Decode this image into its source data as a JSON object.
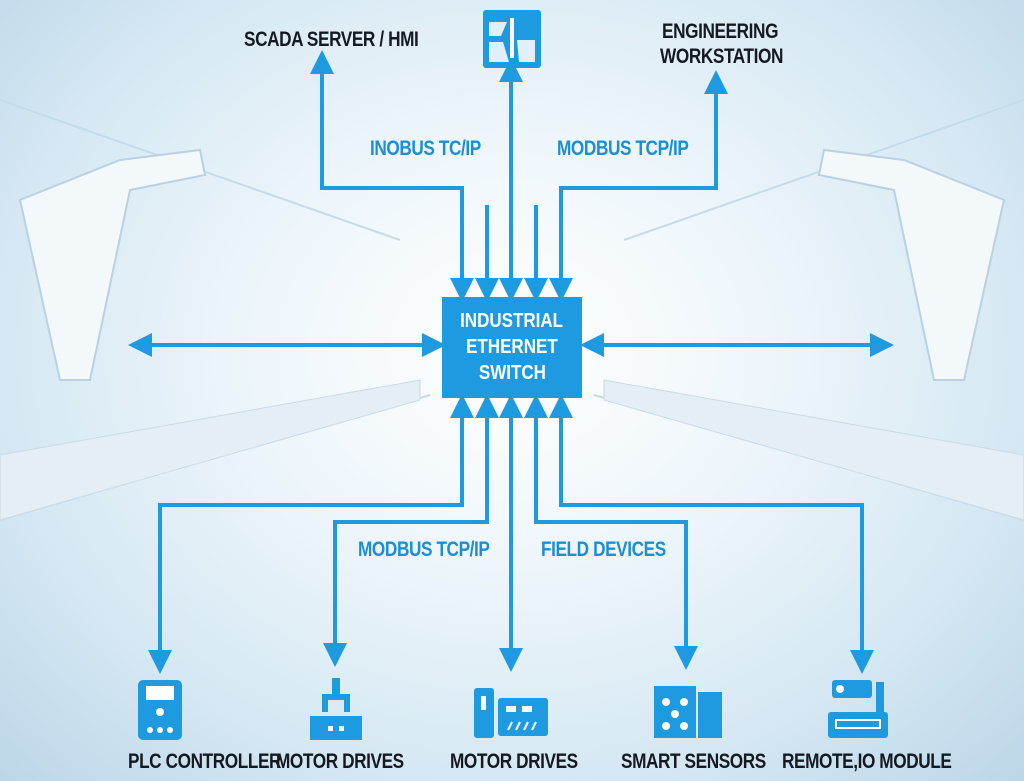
{
  "top": {
    "scada": "SCADA SERVER / HMI",
    "engineering_line1": "ENGINEERING",
    "engineering_line2": "WORKSTATION",
    "proto_left": "INOBUS TC/IP",
    "proto_right": "MODBUS TCP/IP"
  },
  "switch": {
    "line1": "INDUSTRIAL",
    "line2": "ETHERNET",
    "line3": "SWITCH"
  },
  "bottom": {
    "proto_left": "MODBUS TCP/IP",
    "proto_right": "FIELD DEVICES"
  },
  "devices": [
    {
      "label": "PLC CONTROLLER"
    },
    {
      "label": "MOTOR DRIVES"
    },
    {
      "label": "MOTOR DRIVES"
    },
    {
      "label": "SMART SENSORS"
    },
    {
      "label": "REMOTE,IO MODULE"
    }
  ],
  "colors": {
    "accent": "#1e9be0",
    "text": "#151a22"
  }
}
